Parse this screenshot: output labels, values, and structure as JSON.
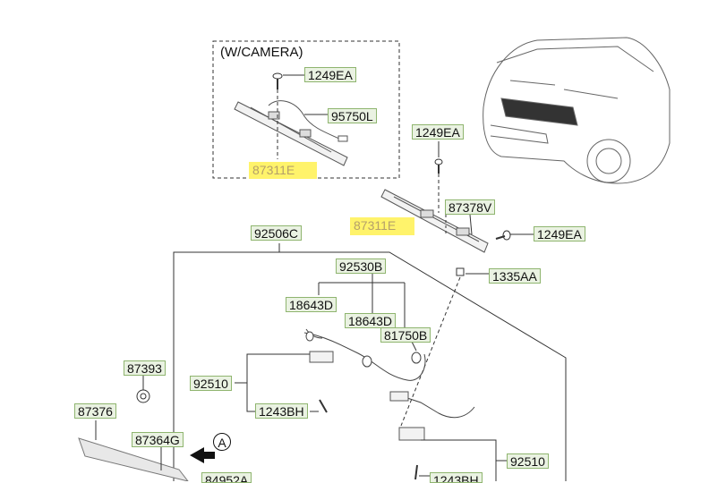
{
  "inset_title": "(W/CAMERA)",
  "callout_letter": "A",
  "labels": {
    "inset_1249EA": "1249EA",
    "inset_95750L": "95750L",
    "inset_87311E": "87311E",
    "mid_1249EA": "1249EA",
    "lamp_87311E": "87311E",
    "p87378V": "87378V",
    "right_1249EA": "1249EA",
    "p1335AA": "1335AA",
    "p92506C": "92506C",
    "p92530B": "92530B",
    "p18643D_a": "18643D",
    "p18643D_b": "18643D",
    "p81750B": "81750B",
    "p87393": "87393",
    "left_92510": "92510",
    "left_1243BH": "1243BH",
    "p87376": "87376",
    "p87364G": "87364G",
    "p84952A": "84952A",
    "right_92510": "92510",
    "right_1243BH": "1243BH"
  },
  "highlighted_labels": [
    "inset_87311E",
    "lamp_87311E"
  ],
  "colors": {
    "label_fill": "#eaf2e2",
    "label_border": "#8fb56f",
    "highlight": "#fff36b",
    "line": "#333333"
  }
}
